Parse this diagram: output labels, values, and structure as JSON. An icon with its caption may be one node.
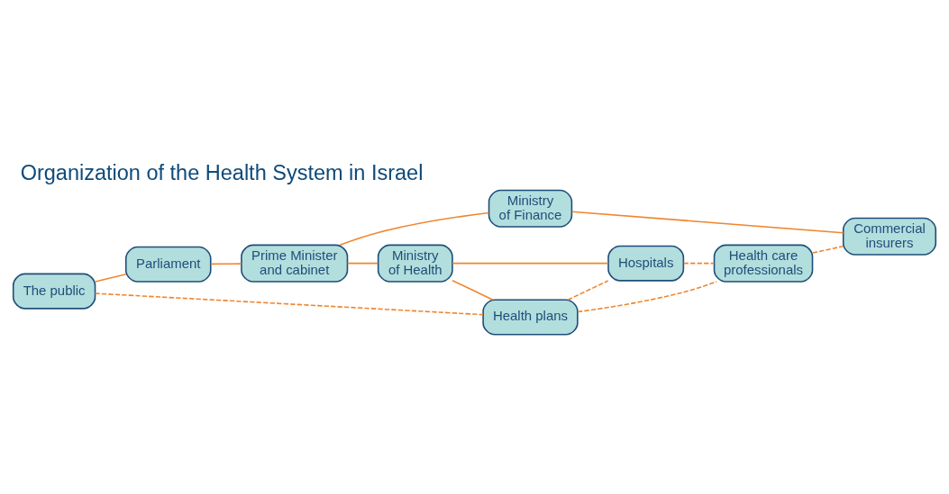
{
  "diagram": {
    "title": "Organization of the Health System in Israel",
    "nodes": [
      {
        "text": [
          "The public"
        ]
      },
      {
        "text": [
          "Parliament"
        ]
      },
      {
        "text": [
          "Prime Minister and cabinet"
        ]
      },
      {
        "text": [
          "Ministry of Health"
        ]
      },
      {
        "text": [
          "Ministry of Finance"
        ]
      },
      {
        "text": [
          "Health plans"
        ]
      },
      {
        "text": [
          "Hospitals"
        ]
      },
      {
        "text": [
          "Health care professionals"
        ]
      },
      {
        "text": [
          "Commercial insurers"
        ]
      }
    ],
    "edges": [
      {
        "from": 0,
        "to": 1,
        "arrow": "none"
      },
      {
        "from": 1,
        "to": 2,
        "arrow": "none"
      },
      {
        "from": 2,
        "to": 3,
        "arrow": "none"
      },
      {
        "from": 2,
        "to": 4,
        "arrow": "none"
      },
      {
        "from": 3,
        "to": 5,
        "arrow": "none"
      },
      {
        "from": 3,
        "to": 6,
        "arrow": "none"
      },
      {
        "from": 4,
        "to": 8,
        "arrow": "none"
      },
      {
        "from": 0,
        "to": 5,
        "arrow": "none",
        "style": "dashed"
      },
      {
        "from": 5,
        "to": 6,
        "arrow": "none",
        "style": "dashed"
      },
      {
        "from": 5,
        "to": 7,
        "arrow": "none",
        "style": "dashed"
      },
      {
        "from": 6,
        "to": 7,
        "arrow": "none",
        "style": "dashed"
      },
      {
        "from": 7,
        "to": 8,
        "arrow": "none",
        "style": "dashed"
      }
    ]
  }
}
